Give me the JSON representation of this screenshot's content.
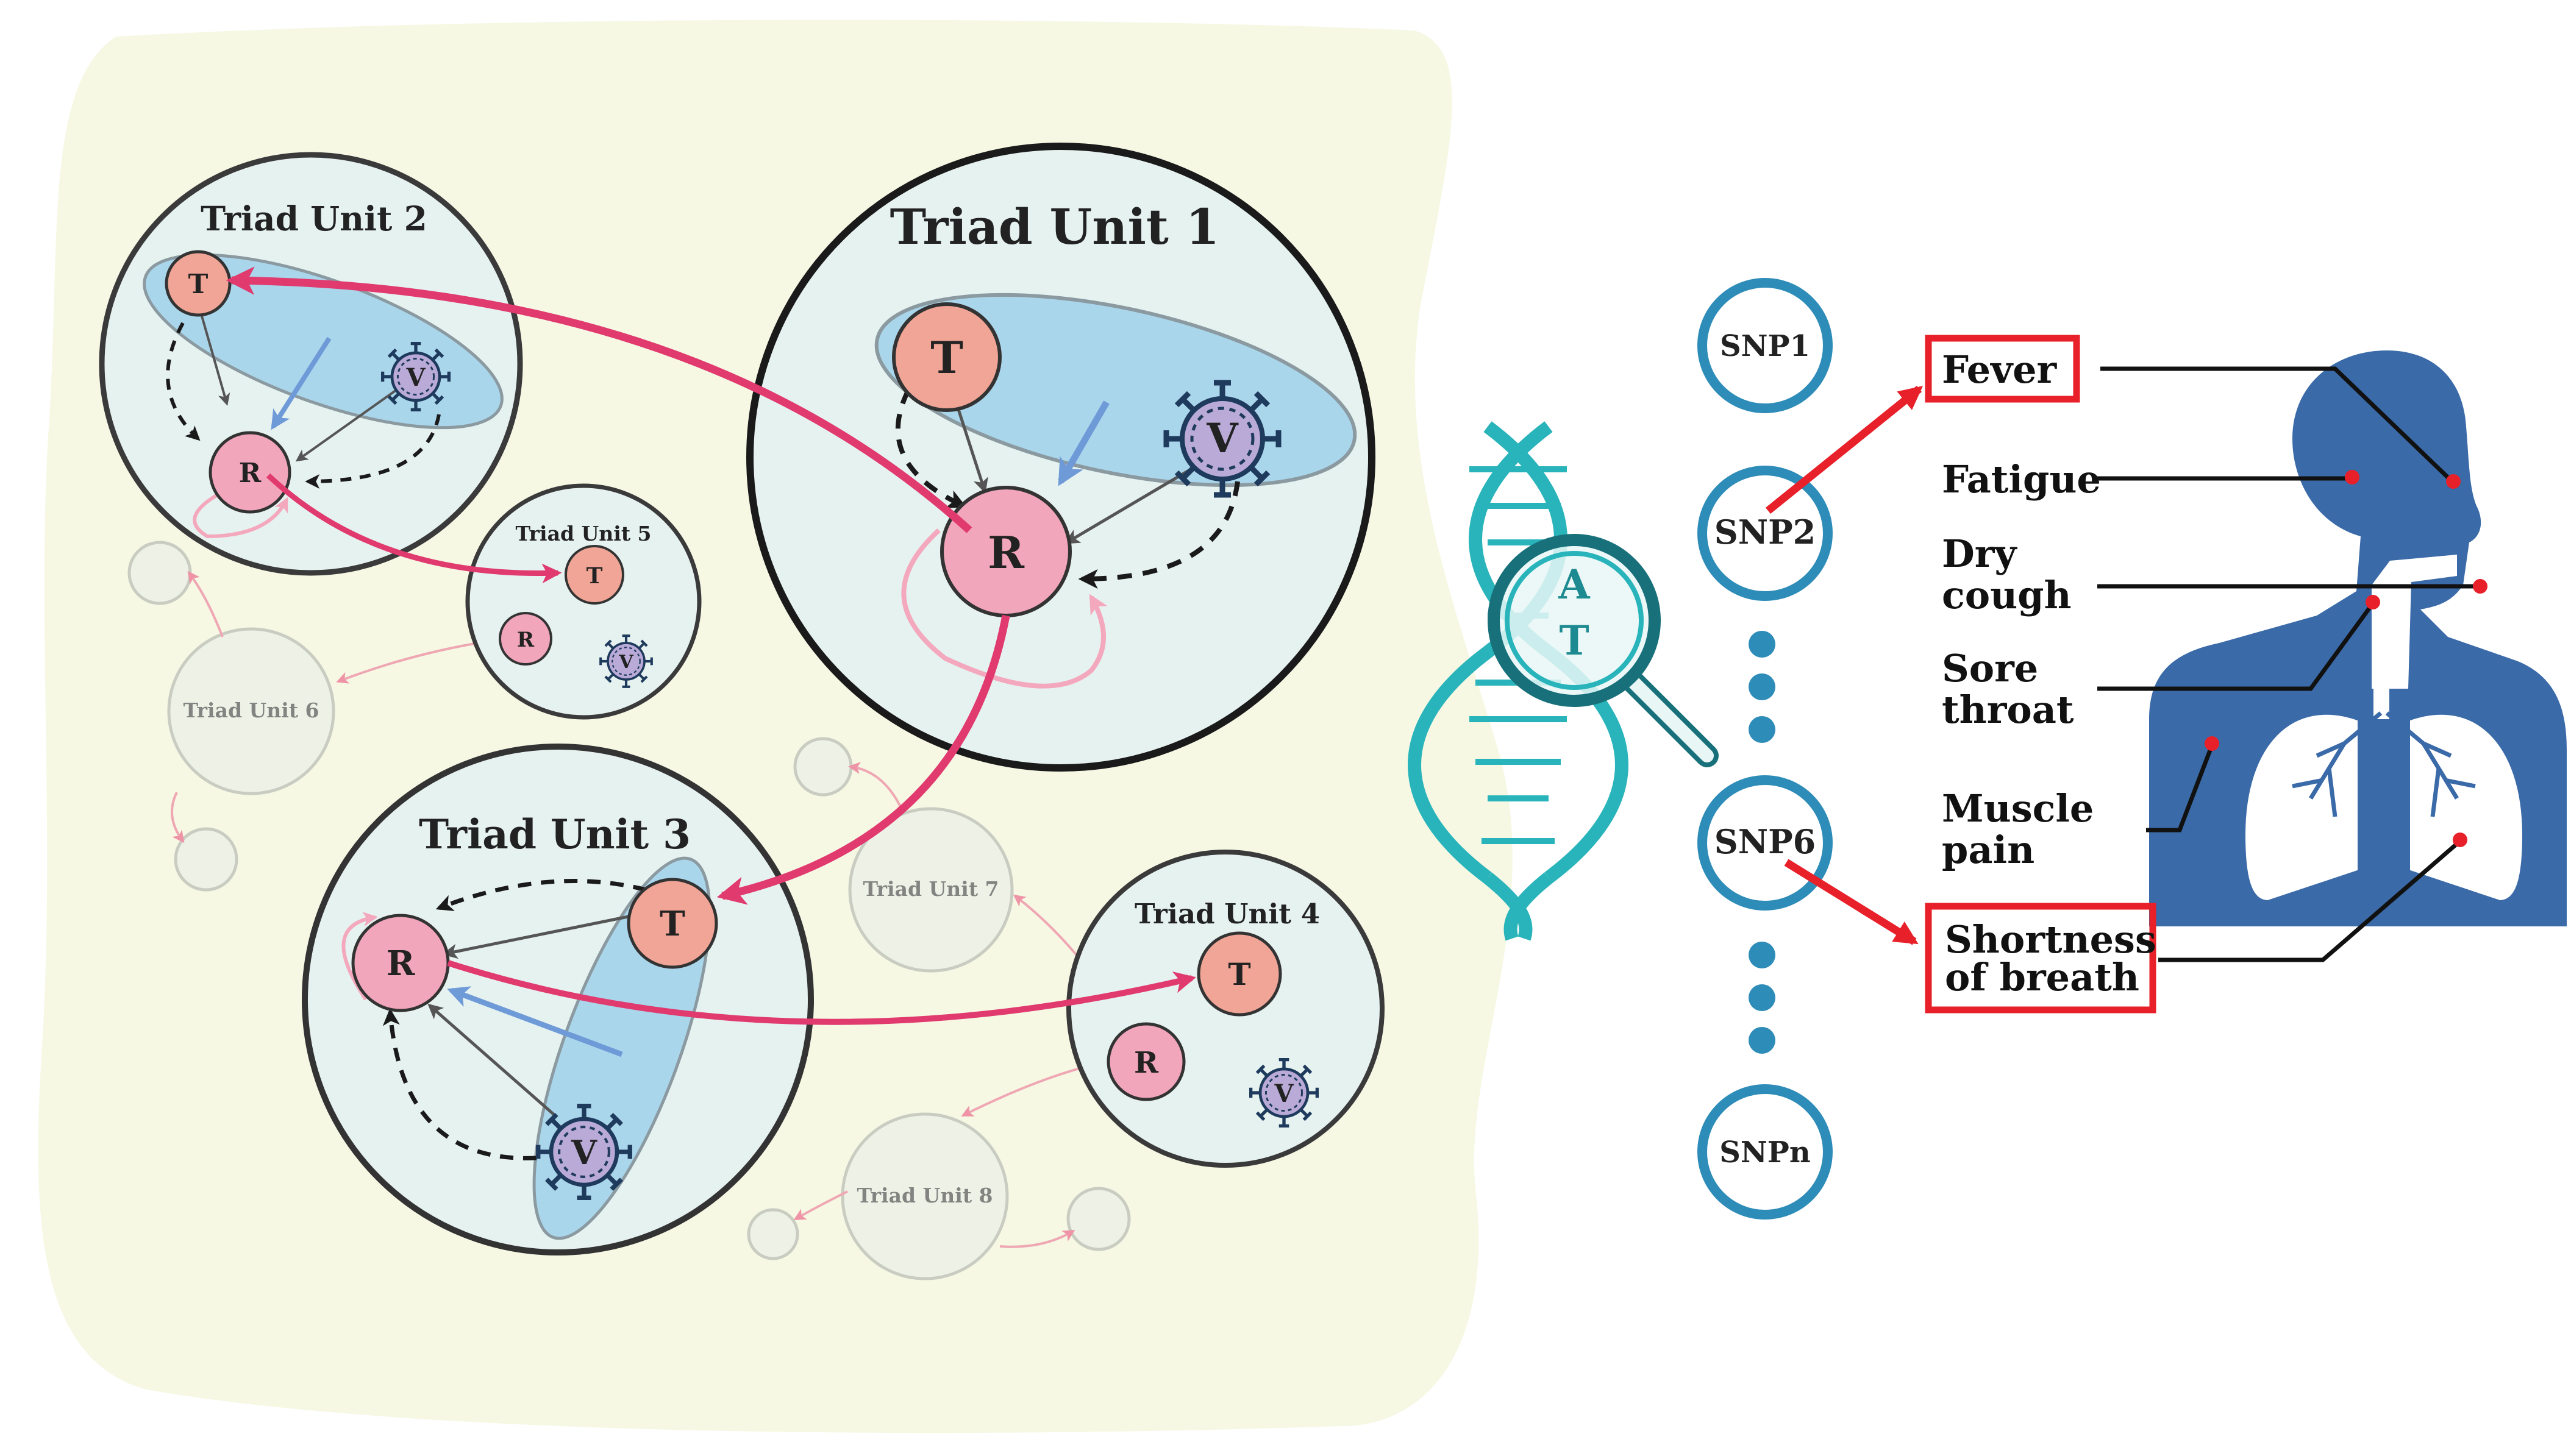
{
  "units": {
    "u1": {
      "title": "Triad Unit 1",
      "t": "T",
      "r": "R",
      "v": "V"
    },
    "u2": {
      "title": "Triad Unit 2",
      "t": "T",
      "r": "R",
      "v": "V"
    },
    "u3": {
      "title": "Triad Unit 3",
      "t": "T",
      "r": "R",
      "v": "V"
    },
    "u4": {
      "title": "Triad Unit 4",
      "t": "T",
      "r": "R",
      "v": "V"
    },
    "u5": {
      "title": "Triad Unit 5",
      "t": "T",
      "r": "R",
      "v": "V"
    },
    "u6": {
      "title": "Triad Unit 6"
    },
    "u7": {
      "title": "Triad Unit 7"
    },
    "u8": {
      "title": "Triad Unit 8"
    }
  },
  "dna": {
    "base_top": "A",
    "base_bottom": "T"
  },
  "snps": {
    "s1": "SNP1",
    "s2": "SNP2",
    "s6": "SNP6",
    "sn": "SNPn"
  },
  "symptoms": {
    "fever": "Fever",
    "fatigue": "Fatigue",
    "dry_cough_1": "Dry",
    "dry_cough_2": "cough",
    "sore_throat_1": "Sore",
    "sore_throat_2": "throat",
    "muscle_pain_1": "Muscle",
    "muscle_pain_2": "pain",
    "shortness_1": "Shortness",
    "shortness_2": "of breath"
  },
  "colors": {
    "background_blob": "#f6f8e4",
    "unit_fill": "#e6f2f0",
    "ellipse": "#aad6ec",
    "t_node": "#f0a596",
    "r_node": "#f2a6bb",
    "virus": "#b9aad8",
    "arrow": "#e03a6f",
    "snp_ring": "#2e8cb8",
    "highlight": "#e8202a",
    "body": "#3a6aa8"
  }
}
